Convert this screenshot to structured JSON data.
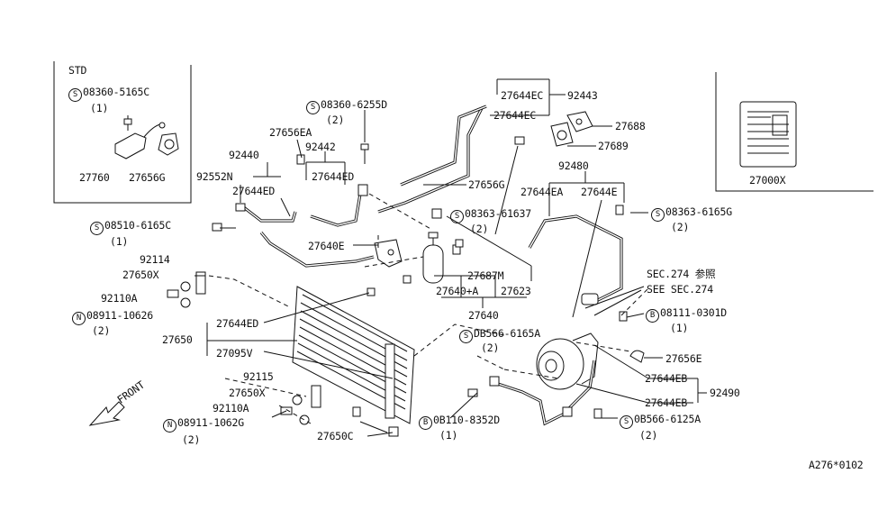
{
  "std_box": {
    "title": "STD",
    "bolt_mark": "S",
    "bolt_part": "08360-5165C",
    "bolt_qty": "(1)",
    "part_a": "27760",
    "part_b": "27656G"
  },
  "label_box_part": "27000X",
  "labels": {
    "p92440": "92440",
    "p27656ea": "27656EA",
    "s_08360_6255d": "08360-6255D",
    "s_08360_6255d_qty": "(2)",
    "p92442": "92442",
    "p92552n": "92552N",
    "p27644ed_a": "27644ED",
    "p27644ed_b": "27644ED",
    "s_08510_6165c": "08510-6165C",
    "s_08510_6165c_qty": "(1)",
    "p27644ec_a": "27644EC",
    "p92443": "92443",
    "p27644ec_b": "27644EC",
    "p27688": "27688",
    "p27689": "27689",
    "p27656g": "27656G",
    "p92480": "92480",
    "p27644ea": "27644EA",
    "p27644e": "27644E",
    "s_08363_61637": "08363-61637",
    "s_08363_61637_qty": "(2)",
    "s_08363_6165g": "08363-6165G",
    "s_08363_6165g_qty": "(2)",
    "p27640e": "27640E",
    "p92114": "92114",
    "p27650x_a": "27650X",
    "p27687m": "27687M",
    "p92110a_a": "92110A",
    "p27640a": "27640+A",
    "p27623": "27623",
    "n_08911_10626_a": "08911-10626",
    "n_08911_10626_a_qty": "(2)",
    "sec274_jp": "SEC.274 参照",
    "sec274_en": "SEE SEC.274",
    "p27640": "27640",
    "b_08111_0301d": "08111-0301D",
    "b_08111_0301d_qty": "(1)",
    "p27644ed_c": "27644ED",
    "p27650": "27650",
    "s_db566_6165a": "DB566-6165A",
    "s_db566_6165a_qty": "(2)",
    "p27095v": "27095V",
    "p27656e": "27656E",
    "p92115": "92115",
    "p27644eb_a": "27644EB",
    "p92490": "92490",
    "p27650x_b": "27650X",
    "p27644eb_b": "27644EB",
    "p92110a_b": "92110A",
    "n_08911_1062g": "08911-1062G",
    "n_08911_1062g_qty": "(2)",
    "b_0b110_8352d": "0B110-8352D",
    "b_0b110_8352d_qty": "(1)",
    "s_0b566_6125a": "0B566-6125A",
    "s_0b566_6125a_qty": "(2)",
    "p27650c": "27650C",
    "front": "FRONT",
    "diagram_code": "A276*0102"
  },
  "marks": {
    "s": "S",
    "n": "N",
    "b": "B"
  }
}
